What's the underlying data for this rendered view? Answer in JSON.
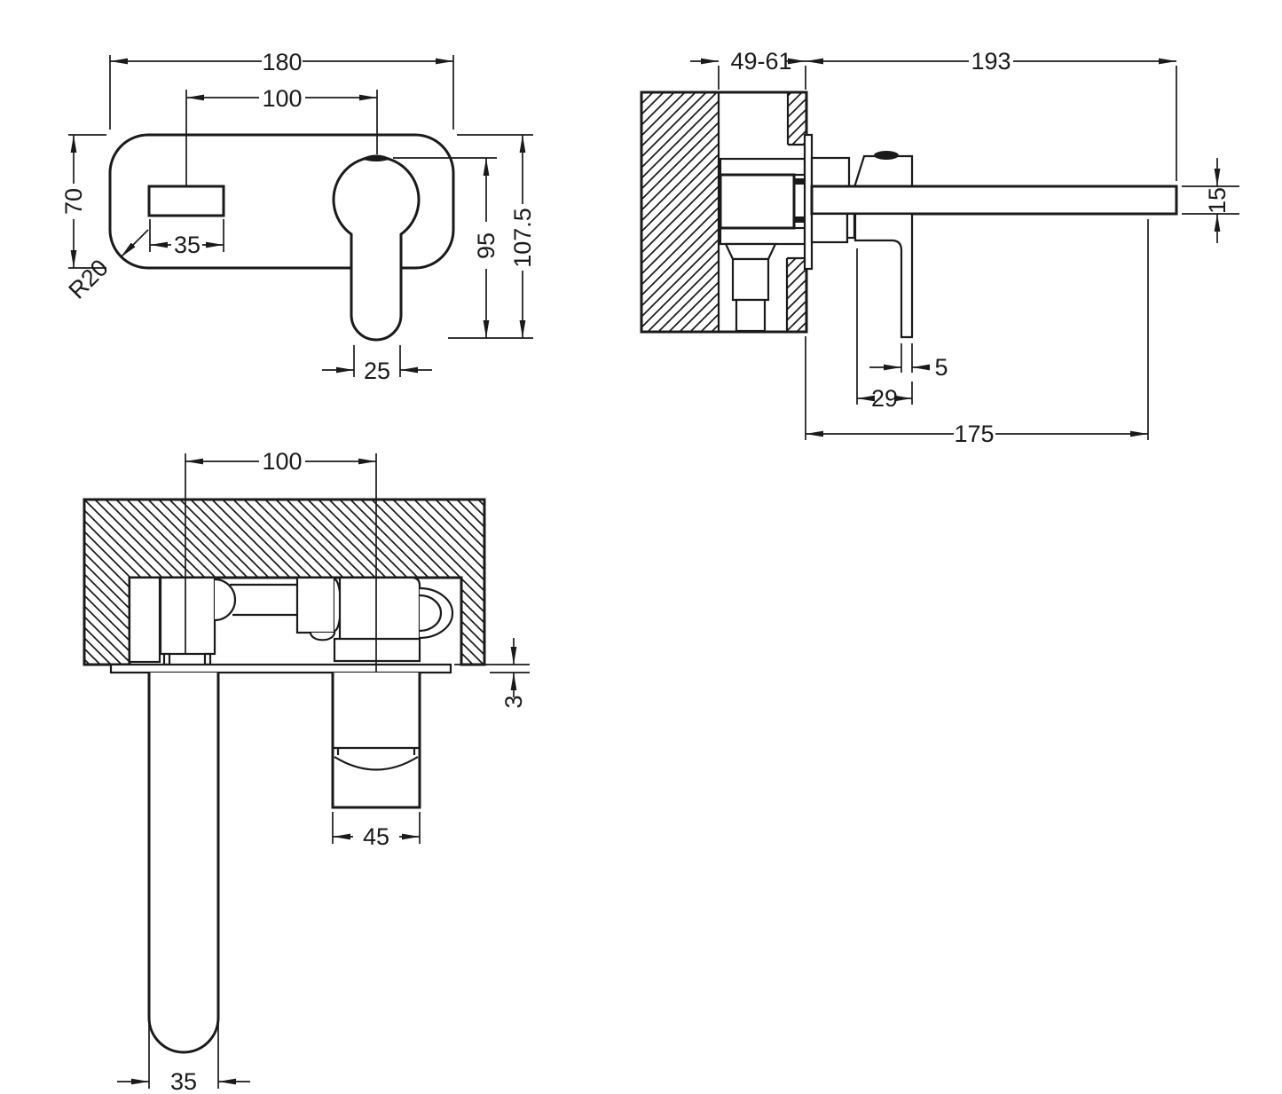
{
  "dims": {
    "front": {
      "width": "180",
      "centers": "100",
      "height": "70",
      "outlet_w": "35",
      "radius": "R20",
      "handle_w": "25",
      "h95": "95",
      "h107": "107.5"
    },
    "side": {
      "wall": "49-61",
      "reach": "193",
      "spout_t": "15",
      "lever_t": "5",
      "lever_off": "29",
      "proj": "175"
    },
    "bottom": {
      "centers": "100",
      "plate_t": "3",
      "handle_d": "45",
      "spout_d": "35"
    }
  }
}
